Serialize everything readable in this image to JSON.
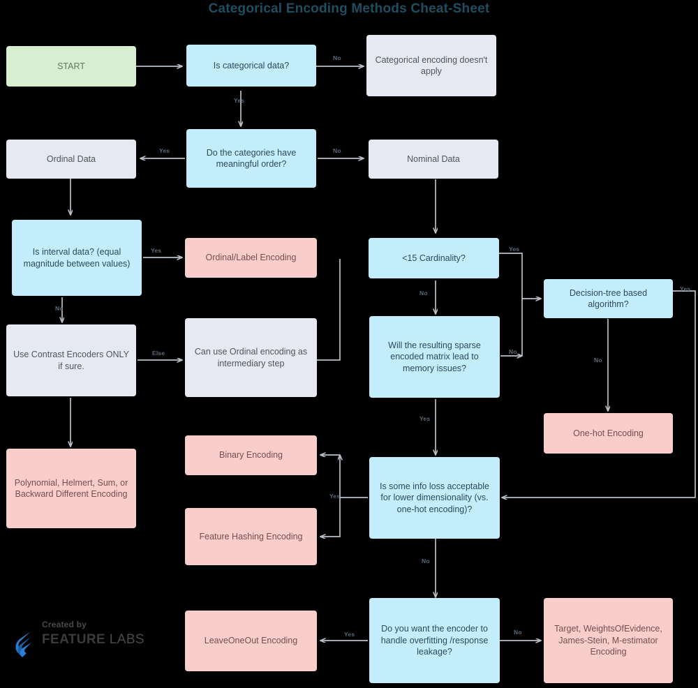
{
  "title": "Categorical Encoding Methods Cheat-Sheet",
  "colors": {
    "background": "#000000",
    "title": "#1e4e5f",
    "start": "#d7eed0",
    "decision": "#c3edfb",
    "info": "#e7e9f2",
    "output": "#f8cdcb",
    "connector": "#b9c0c7",
    "logo": "#2b7cd3"
  },
  "nodes": {
    "start": {
      "label": "START"
    },
    "is_categorical": {
      "label": "Is categorical data?"
    },
    "not_apply": {
      "label": "Categorical encoding doesn't apply"
    },
    "ordinal_data": {
      "label": "Ordinal Data"
    },
    "meaningful_order": {
      "label": "Do the categories have meaningful order?"
    },
    "nominal_data": {
      "label": "Nominal Data"
    },
    "is_interval": {
      "label": "Is interval data? (equal magnitude between values)"
    },
    "ordinal_label": {
      "label": "Ordinal/Label Encoding"
    },
    "cardinality": {
      "label": "<15 Cardinality?"
    },
    "decision_tree": {
      "label": "Decision-tree based algorithm?"
    },
    "contrast": {
      "label": "Use Contrast Encoders ONLY if sure."
    },
    "intermediary": {
      "label": "Can use Ordinal encoding as intermediary step"
    },
    "sparse_memory": {
      "label": "Will the resulting sparse encoded matrix lead to memory issues?"
    },
    "one_hot": {
      "label": "One-hot Encoding"
    },
    "polynomial": {
      "label": "Polynomial, Helmert, Sum, or Backward Different Encoding"
    },
    "binary": {
      "label": "Binary Encoding"
    },
    "feature_hashing": {
      "label": "Feature Hashing Encoding"
    },
    "info_loss": {
      "label": "Is some info loss acceptable for lower dimensionality (vs. one-hot encoding)?"
    },
    "leave_one_out": {
      "label": "LeaveOneOut Encoding"
    },
    "overfitting": {
      "label": "Do you want the encoder to handle overfitting /response leakage?"
    },
    "target_group": {
      "label": "Target, WeightsOfEvidence, James-Stein, M-estimator Encoding"
    }
  },
  "edge_labels": {
    "categorical_no": "No",
    "categorical_yes": "Yes",
    "order_yes": "Yes",
    "order_no": "No",
    "interval_yes": "Yes",
    "interval_no": "No",
    "contrast_else": "Else",
    "cardinality_yes": "Yes",
    "cardinality_no": "No",
    "sparse_no": "No",
    "sparse_yes": "Yes",
    "tree_yes": "Yes",
    "tree_no": "No",
    "infoloss_yes": "Yes",
    "infoloss_no": "No",
    "overfit_yes": "Yes",
    "overfit_no": "No"
  },
  "branding": {
    "created_by": "Created by",
    "company_bold": "FEATURE",
    "company_light": " LABS"
  }
}
